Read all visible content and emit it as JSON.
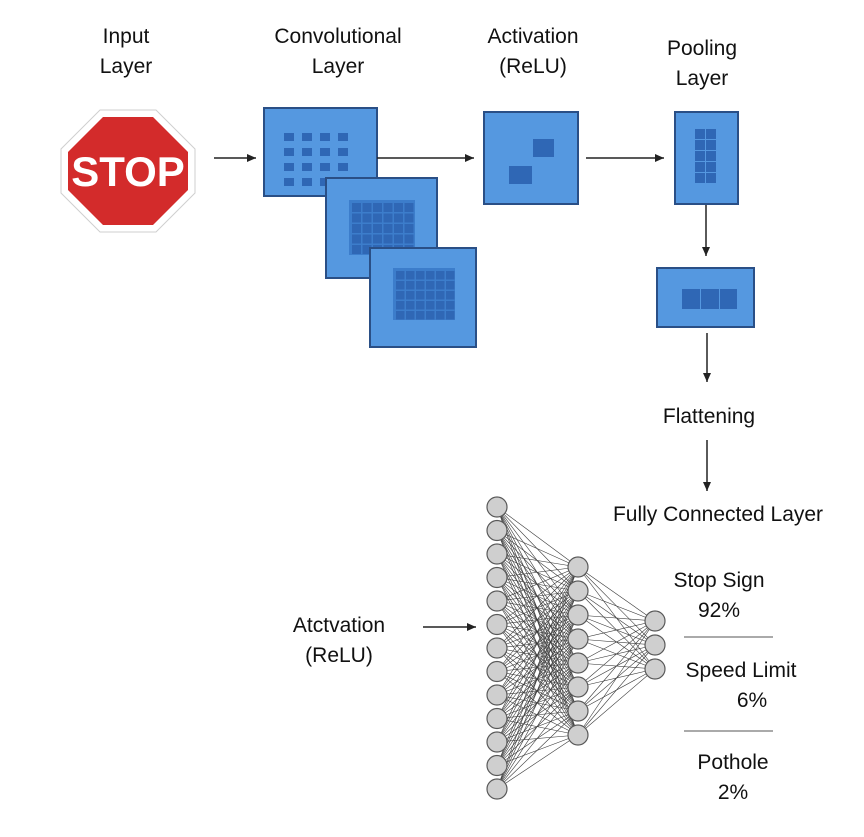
{
  "colors": {
    "map_fill": "#5598E0",
    "map_stroke": "#2A4F86",
    "cell": "#2F67B5",
    "node_fill": "#CFCFCF",
    "node_stroke": "#5A5A5A",
    "stop_red": "#D32B2B",
    "arrow": "#222222"
  },
  "labels": {
    "input": [
      "Input",
      "Layer"
    ],
    "conv": [
      "Convolutional",
      "Layer"
    ],
    "activation_top": [
      "Activation",
      "(ReLU)"
    ],
    "pooling": [
      "Pooling",
      "Layer"
    ],
    "flattening": "Flattening",
    "fully_connected": "Fully Connected Layer",
    "activation_bottom": [
      "Atctvation",
      "(ReLU)"
    ]
  },
  "stop_sign": {
    "text": "STOP"
  },
  "network": {
    "input_nodes": 13,
    "hidden_nodes": 8,
    "output_nodes": 3
  },
  "outputs": [
    {
      "name": "Stop Sign",
      "probability": "92%"
    },
    {
      "name": "Speed Limit",
      "probability": "6%"
    },
    {
      "name": "Pothole",
      "probability": "2%"
    }
  ]
}
